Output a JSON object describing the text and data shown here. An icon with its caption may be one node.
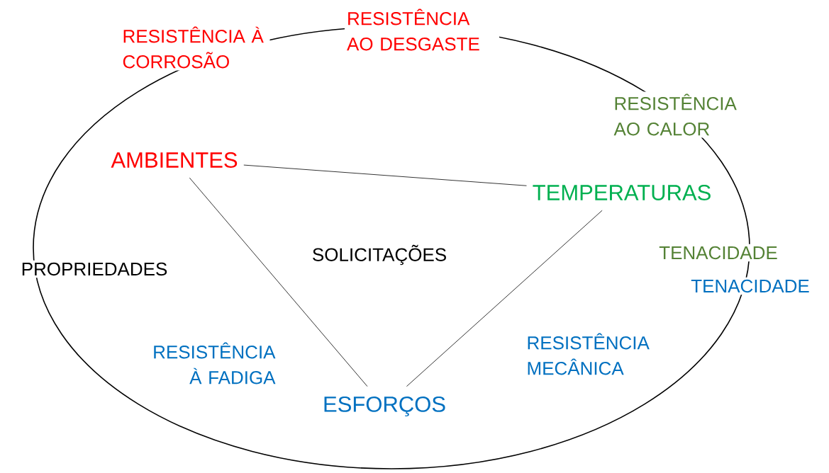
{
  "diagram": {
    "nodes": [
      {
        "text": [
          "AMBIENTES"
        ]
      },
      {
        "text": [
          "TEMPERATURAS"
        ]
      },
      {
        "text": [
          "ESFORÇOS"
        ]
      }
    ],
    "edges": [
      {
        "from": 0,
        "to": 1,
        "arrow": "none"
      },
      {
        "from": 0,
        "to": 2,
        "arrow": "none"
      },
      {
        "from": 1,
        "to": 2,
        "arrow": "none"
      }
    ],
    "labels": [
      "RESISTÊNCIA AO DESGASTE",
      "RESISTÊNCIA À CORROSÃO",
      "RESISTÊNCIA AO CALOR",
      "SOLICITAÇÕES",
      "TENACIDADE",
      "PROPRIEDADES",
      "TENACIDADE",
      "RESISTÊNCIA MECÂNICA",
      "RESISTÊNCIA À FADIGA"
    ]
  }
}
